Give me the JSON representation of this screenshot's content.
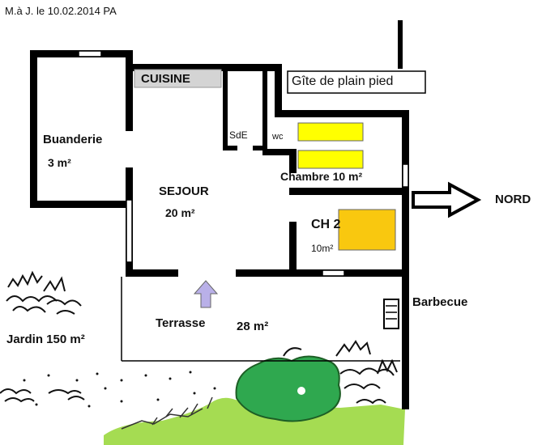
{
  "header": {
    "text": "M.à J. le   10.02.2014   PA"
  },
  "title": "Gîte de plain pied",
  "orientation": {
    "label": "NORD"
  },
  "rooms": {
    "cuisine": {
      "name": "CUISINE"
    },
    "buanderie": {
      "name": "Buanderie",
      "area": "3 m²"
    },
    "sdE": {
      "name": "SdE"
    },
    "wc": {
      "name": "wc"
    },
    "chambre": {
      "name": "Chambre 10 m²"
    },
    "sejour": {
      "name": "SEJOUR",
      "area": "20 m²"
    },
    "ch2": {
      "name": "CH 2",
      "area": "10m²"
    },
    "terrasse": {
      "name": "Terrasse",
      "area": "28 m²"
    },
    "barbecue": {
      "name": "Barbecue"
    },
    "jardin": {
      "name": "Jardin 150 m²"
    }
  },
  "colors": {
    "wall": "#000000",
    "kitchen": "#d4d4d4",
    "bed_single": "#ffff00",
    "bed_double": "#f9c80f",
    "arrow_entrance": "#b9b0e8",
    "lawn": "#a5dc52",
    "shrub": "#2fa84f"
  }
}
